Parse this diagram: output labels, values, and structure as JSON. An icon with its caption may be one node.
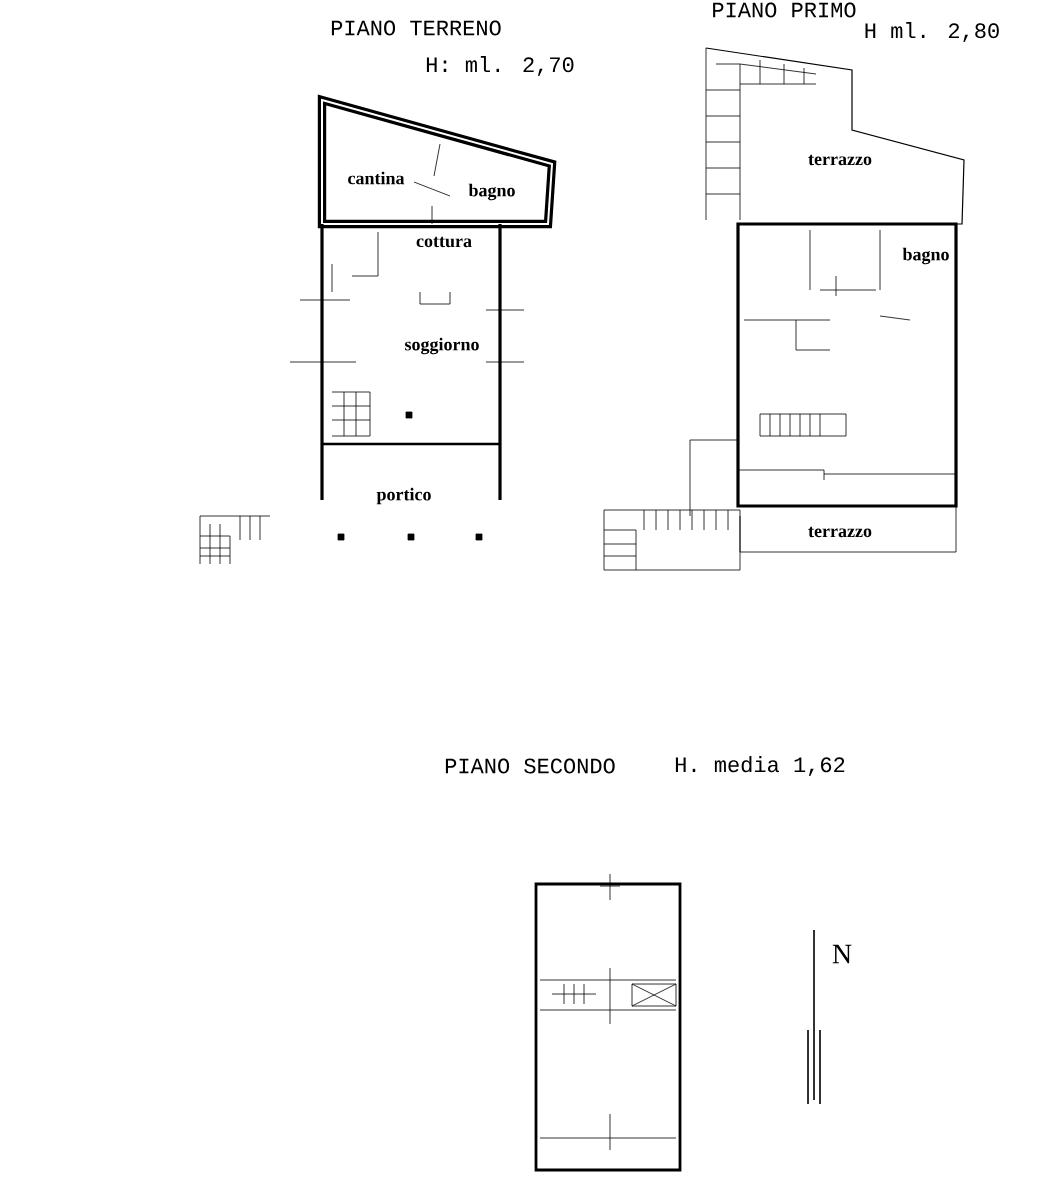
{
  "diagram": {
    "labels": [
      "PIANO TERRENO",
      "H: ml. 2,70",
      "PIANO PRIMO",
      "H ml. 2,80",
      "cantina",
      "bagno",
      "cottura",
      "soggiorno",
      "portico",
      "terrazzo",
      "bagno",
      "terrazzo",
      "PIANO SECONDO",
      "H. media 1,62",
      "N"
    ]
  }
}
